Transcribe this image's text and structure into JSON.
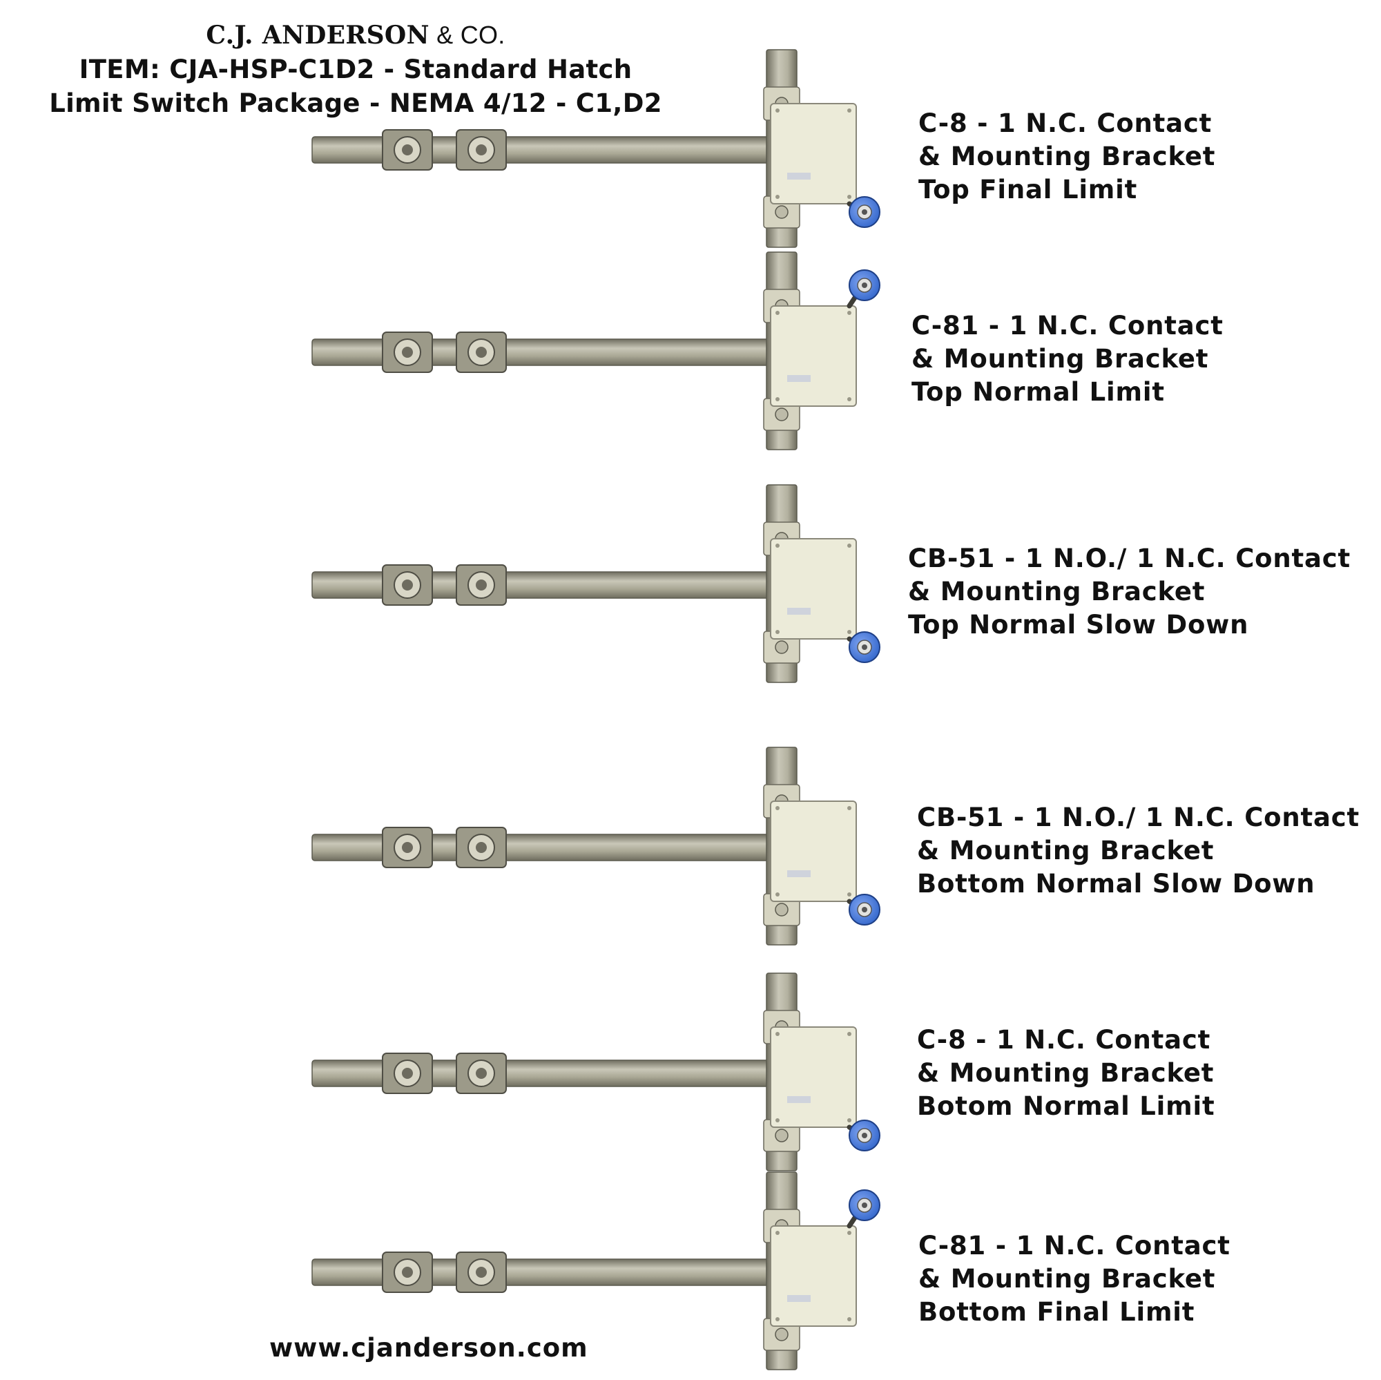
{
  "header": {
    "brand_name": "C.J. ANDERSON",
    "brand_suffix": " & CO.",
    "item_line": "ITEM: CJA-HSP-C1D2 - Standard Hatch",
    "package_line": "Limit Switch Package - NEMA 4/12 - C1,D2"
  },
  "switches": [
    {
      "model_line": "C-8 - 1 N.C. Contact",
      "bracket_line": "& Mounting Bracket",
      "function_line": "Top Final Limit",
      "roller": "bottom"
    },
    {
      "model_line": "C-81 - 1 N.C. Contact",
      "bracket_line": "& Mounting Bracket",
      "function_line": "Top Normal Limit",
      "roller": "top"
    },
    {
      "model_line": "CB-51 - 1 N.O./ 1 N.C. Contact",
      "bracket_line": "& Mounting Bracket",
      "function_line": "Top Normal Slow Down",
      "roller": "bottom"
    },
    {
      "model_line": "CB-51 - 1 N.O./ 1 N.C. Contact",
      "bracket_line": "& Mounting Bracket",
      "function_line": "Bottom Normal Slow Down",
      "roller": "bottom"
    },
    {
      "model_line": "C-8 - 1 N.C. Contact",
      "bracket_line": "& Mounting Bracket",
      "function_line": "Botom Normal Limit",
      "roller": "bottom"
    },
    {
      "model_line": "C-81 - 1 N.C. Contact",
      "bracket_line": "& Mounting Bracket",
      "function_line": "Bottom Final Limit",
      "roller": "top"
    }
  ],
  "footer": {
    "website": "www.cjanderson.com"
  },
  "colors": {
    "rail_dark": "#6f6d5f",
    "rail_light": "#c9c7b8",
    "box": "#ecebd9",
    "roller_blue": "#2f63c9",
    "text": "#111111"
  }
}
